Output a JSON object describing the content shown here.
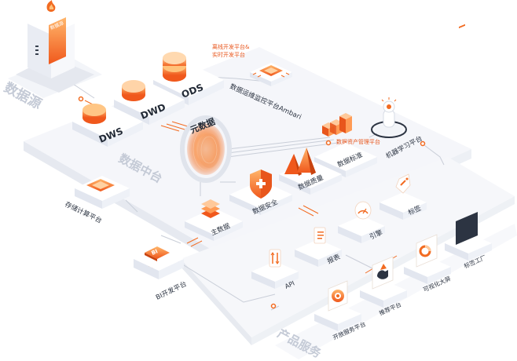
{
  "zones": {
    "datasource": "数据源",
    "datacenter": "数据中台",
    "product": "产品服务"
  },
  "layers": {
    "ods": "ODS",
    "dwd": "DWD",
    "dws": "DWS"
  },
  "platforms": {
    "offline_line1": "离线开发平台&",
    "offline_line2": "实时开发平台",
    "ambari": "数据运维监控平台Ambari",
    "metadata": "元数据",
    "asset_mgmt": "数据资产管理平台",
    "ml": "机器学习平台",
    "storage": "存储计算平台",
    "bi_dev": "BI开发平台",
    "server_screen": "数据源"
  },
  "center": {
    "security": "数据安全",
    "quality": "数据质量",
    "standard": "数据标准",
    "master": "主数据"
  },
  "services": {
    "api": "API",
    "report": "报表",
    "engine": "引擎",
    "label": "标签",
    "open_service": "开放服务平台",
    "recommend": "推荐平台",
    "visual_screen": "可视化大屏",
    "label_factory": "标签工厂",
    "bi_chip": "BI"
  },
  "colors": {
    "accent": "#f26b21",
    "accent_light": "#ffb36b",
    "block_top": "#ffffff",
    "block_left": "#e2e6ef",
    "block_right": "#eef1f7",
    "platform": "#f4f6fa"
  }
}
